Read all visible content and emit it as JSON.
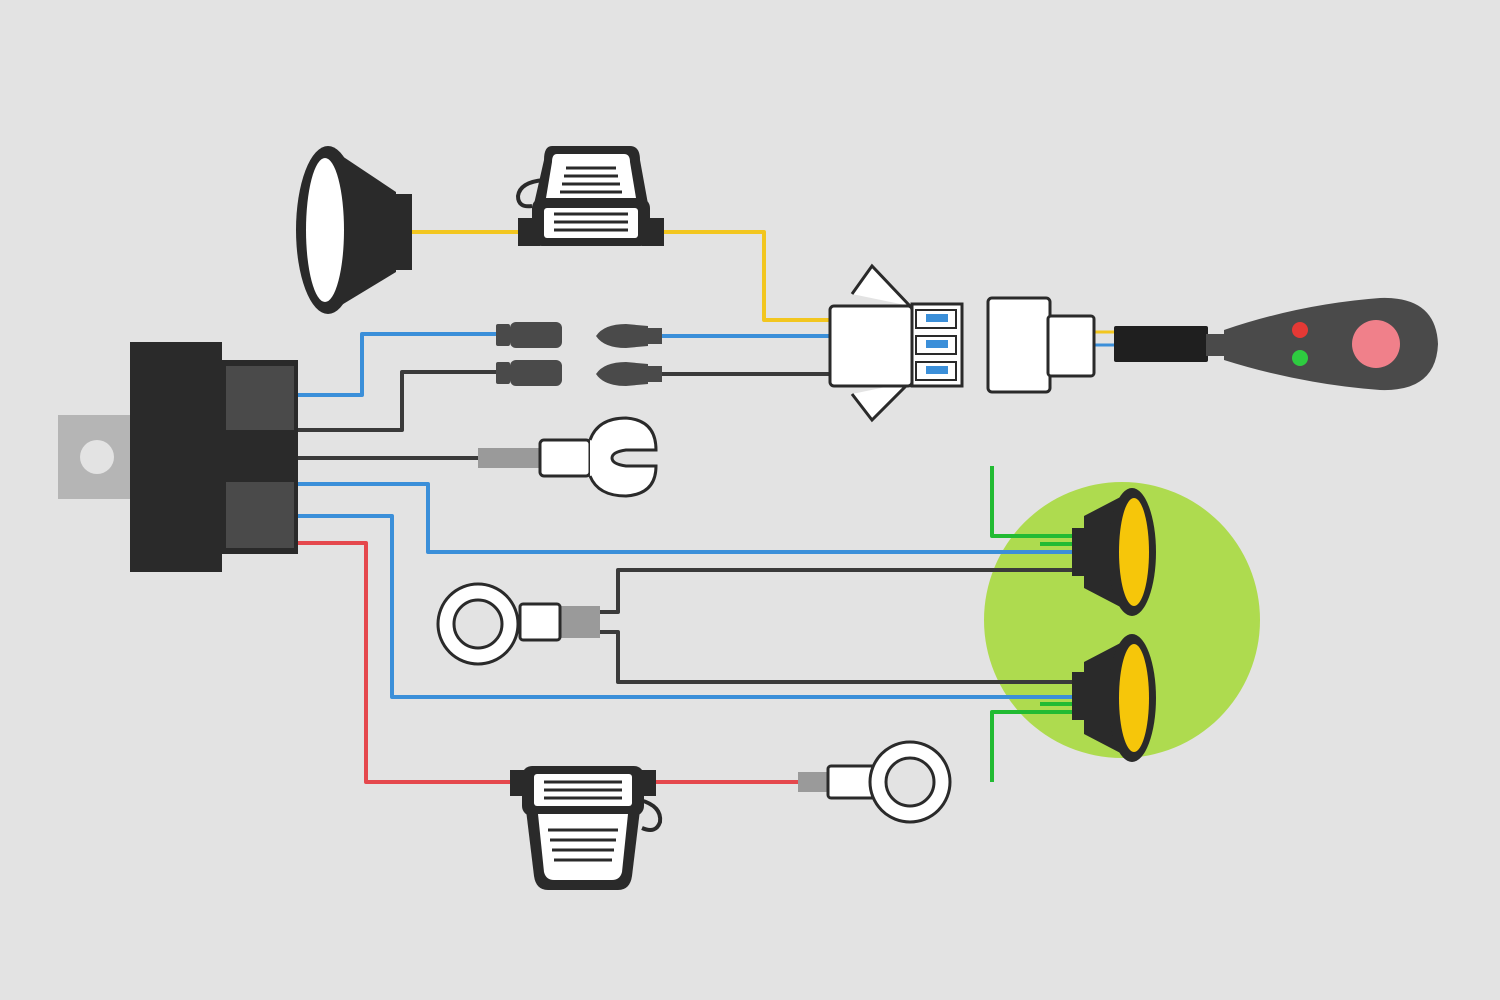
{
  "diagram": {
    "type": "wiring-harness",
    "background": "#e3e3e3",
    "colors": {
      "wire_yellow": "#f2c61f",
      "wire_blue": "#3b8fd9",
      "wire_black": "#3a3a3a",
      "wire_red": "#e5484d",
      "wire_green": "#22bb33",
      "highlight": "#aedb4f",
      "lamp_lens": "#f6c60a",
      "body_dark": "#2a2a2a",
      "switch_led_red": "#e53935",
      "switch_led_green": "#2ecc40",
      "switch_button": "#f0808a"
    },
    "components": [
      {
        "id": "relay",
        "icon": "relay-icon"
      },
      {
        "id": "spot-lamp",
        "icon": "spot-lamp-icon"
      },
      {
        "id": "inline-fuse-top",
        "icon": "fuse-holder-icon"
      },
      {
        "id": "inline-fuse-bottom",
        "icon": "fuse-holder-icon"
      },
      {
        "id": "bullet-connectors",
        "icon": "bullet-connector-icon"
      },
      {
        "id": "harness-connector",
        "icon": "multi-pin-connector-icon"
      },
      {
        "id": "switch-plug",
        "icon": "plug-icon"
      },
      {
        "id": "remote-switch",
        "icon": "switch-icon"
      },
      {
        "id": "fork-terminal",
        "icon": "fork-terminal-icon"
      },
      {
        "id": "ring-terminal-ground",
        "icon": "ring-terminal-icon"
      },
      {
        "id": "ring-terminal-battery",
        "icon": "ring-terminal-icon"
      },
      {
        "id": "lamp-upper",
        "icon": "driving-lamp-icon"
      },
      {
        "id": "lamp-lower",
        "icon": "driving-lamp-icon"
      }
    ]
  }
}
